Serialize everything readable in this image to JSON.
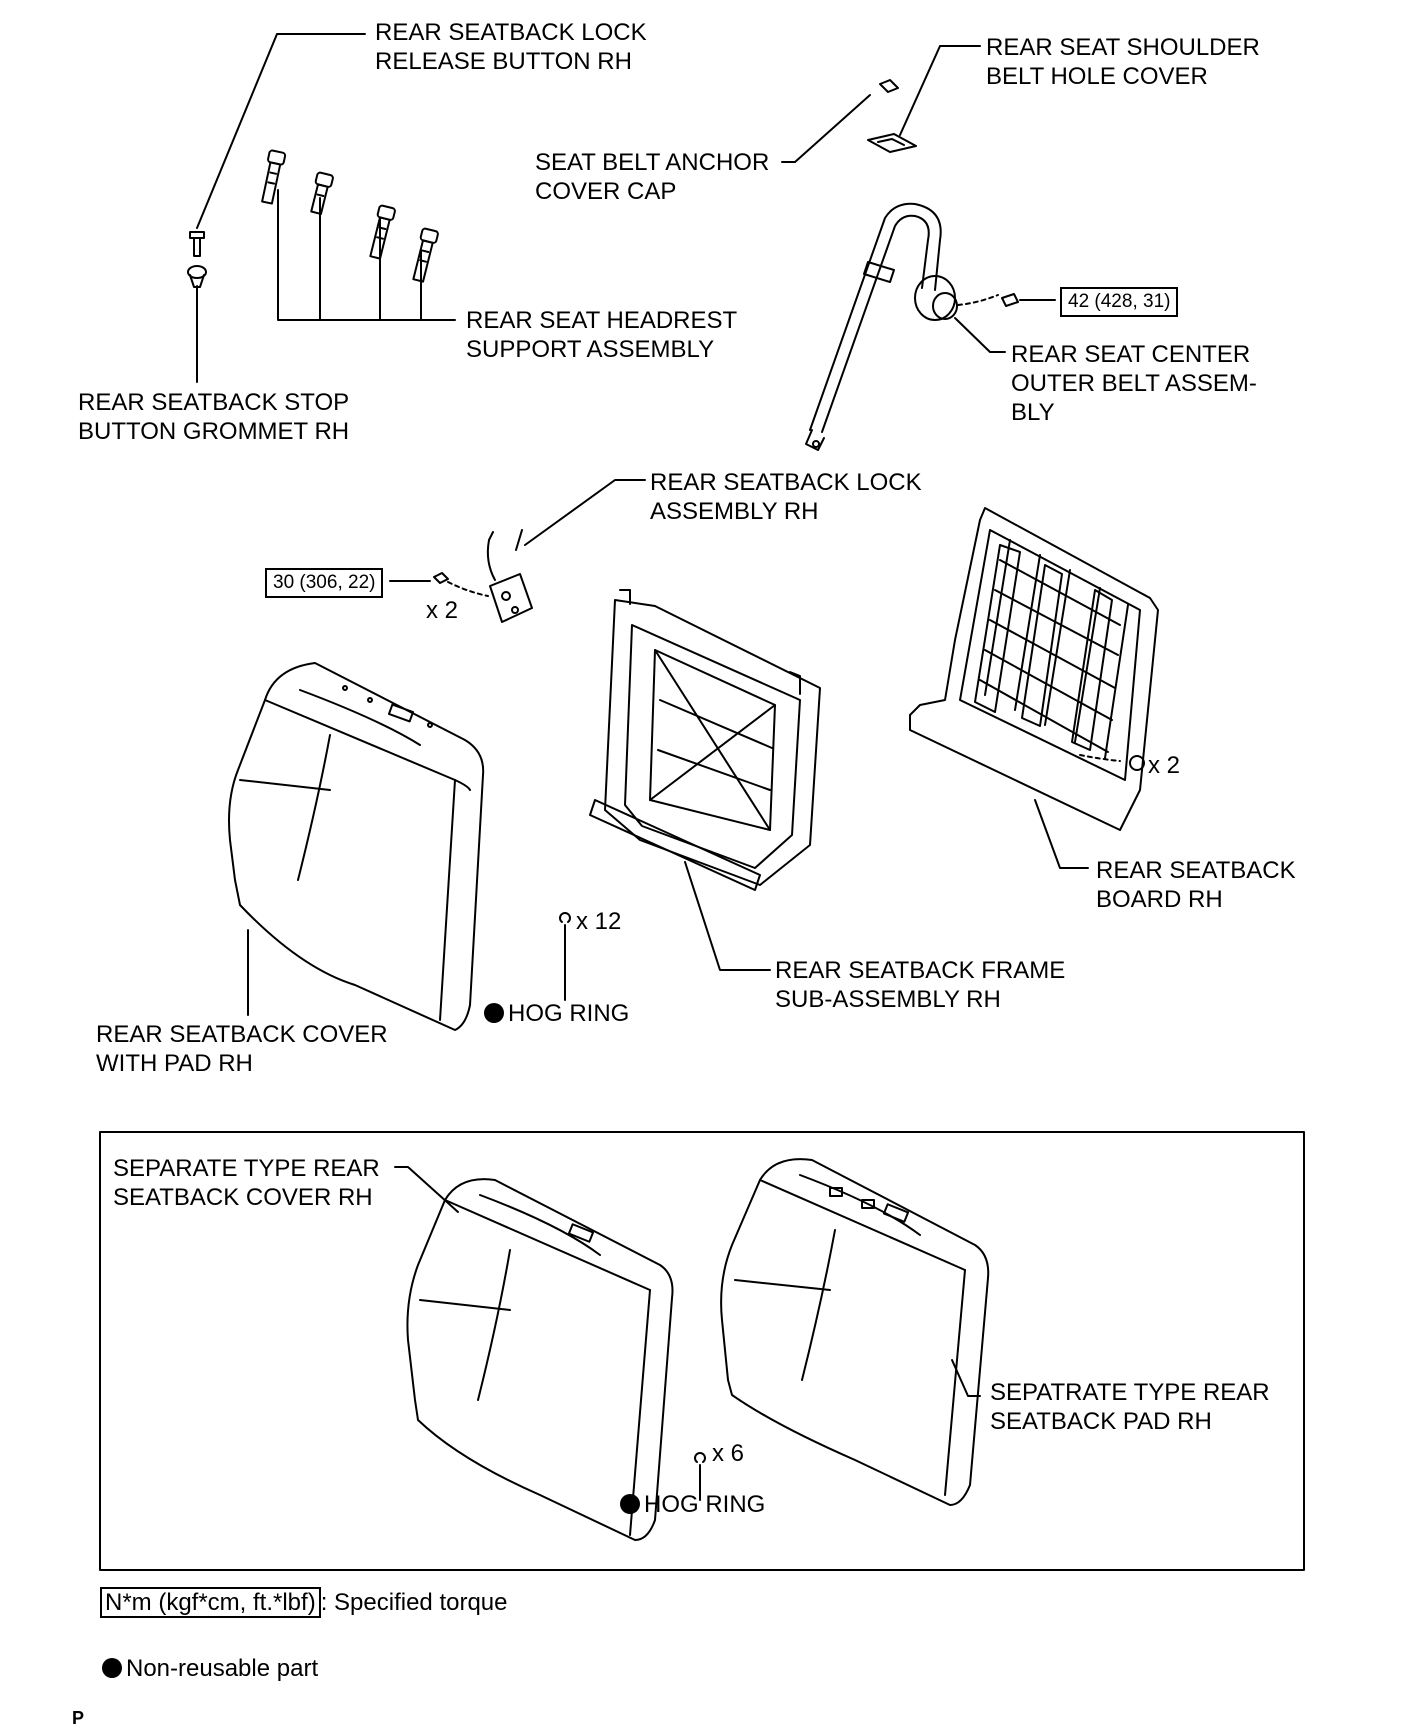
{
  "labels": {
    "lock_release_button": [
      "REAR SEATBACK LOCK",
      "RELEASE BUTTON RH"
    ],
    "shoulder_belt_hole_cover": [
      "REAR SEAT SHOULDER",
      "BELT HOLE COVER"
    ],
    "seat_belt_anchor_cap": [
      "SEAT BELT ANCHOR",
      "COVER CAP"
    ],
    "headrest_support": [
      "REAR SEAT HEADREST",
      "SUPPORT ASSEMBLY"
    ],
    "stop_button_grommet": [
      "REAR SEATBACK STOP",
      "BUTTON GROMMET RH"
    ],
    "center_outer_belt": [
      "REAR SEAT CENTER",
      "OUTER BELT ASSEM-",
      "BLY"
    ],
    "lock_assembly": [
      "REAR SEATBACK LOCK",
      "ASSEMBLY RH"
    ],
    "seatback_board": [
      "REAR SEATBACK",
      "BOARD RH"
    ],
    "seatback_frame": [
      "REAR SEATBACK FRAME",
      "SUB-ASSEMBLY RH"
    ],
    "cover_with_pad": [
      "REAR SEATBACK COVER",
      "WITH PAD RH"
    ],
    "separate_cover": [
      "SEPARATE TYPE REAR",
      "SEATBACK COVER RH"
    ],
    "separate_pad": [
      "SEPATRATE TYPE REAR",
      "SEATBACK PAD RH"
    ]
  },
  "torques": {
    "belt": "42 (428, 31)",
    "lock": "30 (306, 22)"
  },
  "quantities": {
    "lock_bolts": "x 2",
    "board_clips": "x 2",
    "hog_ring_main": "x 12",
    "hog_ring_separate": "x 6"
  },
  "hog_ring_label": "HOG RING",
  "legend": {
    "torque_box": "N*m (kgf*cm, ft.*lbf)",
    "torque_text": ": Specified torque",
    "nonreusable_text": "Non-reusable part"
  },
  "page_marker": "P"
}
